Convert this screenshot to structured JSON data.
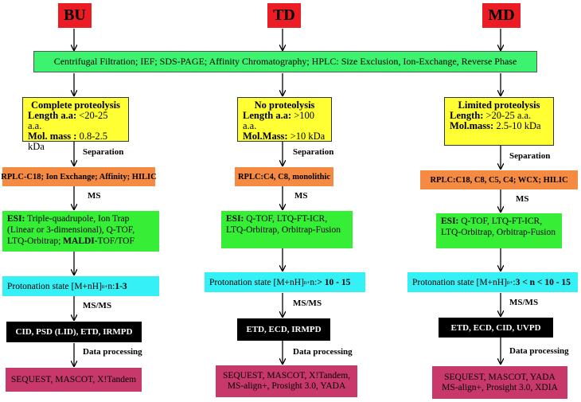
{
  "headers": {
    "bu": "BU",
    "td": "TD",
    "md": "MD"
  },
  "band": "Centrifugal Filtration; IEF; SDS-PAGE; Affinity Chromatography; HPLC: Size Exclusion, Ion-Exchange, Reverse Phase",
  "bu": {
    "title": "Complete proteolysis",
    "len_label": "Length a.a:",
    "len_value": " <20-25 a.a.",
    "mass_label": "Mol. mass :",
    "mass_value": " 0.8-2.5  kDa",
    "sep_label": "Separation",
    "sep": "RPLC-C18; Ion Exchange; Affinity; HILIC",
    "ms_label": "MS",
    "esi_label": "ESI:",
    "esi_text": " Triple-quadrupole, Ion Trap (Linear or 3-dimensional), Q-TOF, LTQ-Orbitrap;",
    "maldi_label": "MALDI",
    "maldi_text": "-TOF/TOF",
    "prot_prefix": "Protonation  state [M+nH]",
    "prot_sup": "n+",
    "prot_mid": " n:  ",
    "prot_value": "1-3",
    "msms_label": "MS/MS",
    "frag": "CID, PSD (LID), ETD, IRMPD",
    "dp_label": "Data processing",
    "sw_line1": "SEQUEST, MASCOT, X!Tandem"
  },
  "td": {
    "title": "No proteolysis",
    "len_label": "Length a.a:",
    "len_value": " >100 a.a.",
    "mass_label": "Mol.Mass:",
    "mass_value": " >10 kDa",
    "sep_label": "Separation",
    "sep": "RPLC:C4, C8, monolithic",
    "ms_label": "MS",
    "esi_label": "ESI:",
    "esi_text": " Q-TOF,  LTQ-FT-ICR, LTQ-Orbitrap,  Orbitrap-Fusion",
    "prot_prefix": "Protonation  state [M+nH]",
    "prot_sup": "n+",
    "prot_mid": " n:  ",
    "prot_value": "> 10 - 15",
    "msms_label": "MS/MS",
    "frag": "ETD, ECD, IRMPD",
    "dp_label": "Data processing",
    "sw_line1": "SEQUEST, MASCOT, X!Tandem,",
    "sw_line2": "MS-align+, Prosight 3.0, YADA"
  },
  "md": {
    "title": "Limited  proteolysis",
    "len_label": "Length:",
    "len_value": " >20-25 a.a.",
    "mass_label": "Mol.mass:",
    "mass_value": " 2.5-10 kDa",
    "sep_label": "Separation",
    "sep": "RPLC:C18, C8, C5, C4; WCX; HILIC",
    "ms_label": "MS",
    "esi_label": "ESI:",
    "esi_text": " Q-TOF,  LTQ-FT-ICR, LTQ-Orbitrap, Orbitrap-Fusion",
    "prot_prefix": "Protonation  state [M+nH]",
    "prot_sup": "n+",
    "prot_mid": ": ",
    "prot_value": "3 < n < 10 - 15",
    "msms_label": "MS/MS",
    "frag": "ETD, ECD, CID,  UVPD",
    "dp_label": "Data processing",
    "sw_line1": "SEQUEST, MASCOT, YADA",
    "sw_line2": "MS-align+, Prosight 3.0, XDIA"
  }
}
